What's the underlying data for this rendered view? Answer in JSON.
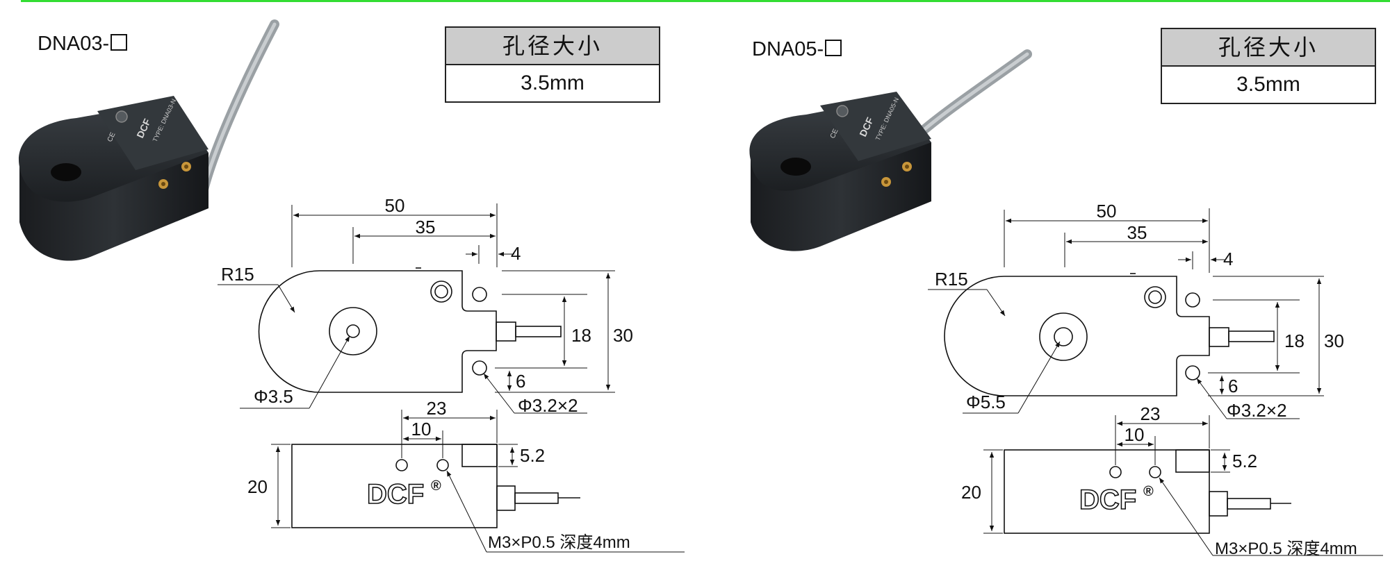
{
  "colors": {
    "accent_line": "#33dd33",
    "table_header_bg": "#cccccc",
    "sensor_body": "#2b2f33"
  },
  "panels": [
    {
      "model": "DNA03-",
      "spec": {
        "header": "孔径大小",
        "value": "3.5mm"
      },
      "label": {
        "brand": "DCF",
        "type_line": "TYPE: DNA03-N",
        "ce": "CE"
      },
      "dims": {
        "d50": "50",
        "d35": "35",
        "d4": "4",
        "r15": "R15",
        "d18": "18",
        "d30": "30",
        "hole": "Φ3.5",
        "d6": "6",
        "mount": "Φ3.2×2",
        "d23": "23",
        "d10": "10",
        "d5_2": "5.2",
        "d20": "20",
        "brand": "DCF",
        "reg": "®",
        "thread": "M3×P0.5 深度4mm"
      }
    },
    {
      "model": "DNA05-",
      "spec": {
        "header": "孔径大小",
        "value": "3.5mm"
      },
      "label": {
        "brand": "DCF",
        "type_line": "TYPE: DNA05-N",
        "ce": "CE"
      },
      "dims": {
        "d50": "50",
        "d35": "35",
        "d4": "4",
        "r15": "R15",
        "d18": "18",
        "d30": "30",
        "hole": "Φ5.5",
        "d6": "6",
        "mount": "Φ3.2×2",
        "d23": "23",
        "d10": "10",
        "d5_2": "5.2",
        "d20": "20",
        "brand": "DCF",
        "reg": "®",
        "thread": "M3×P0.5 深度4mm"
      }
    }
  ]
}
